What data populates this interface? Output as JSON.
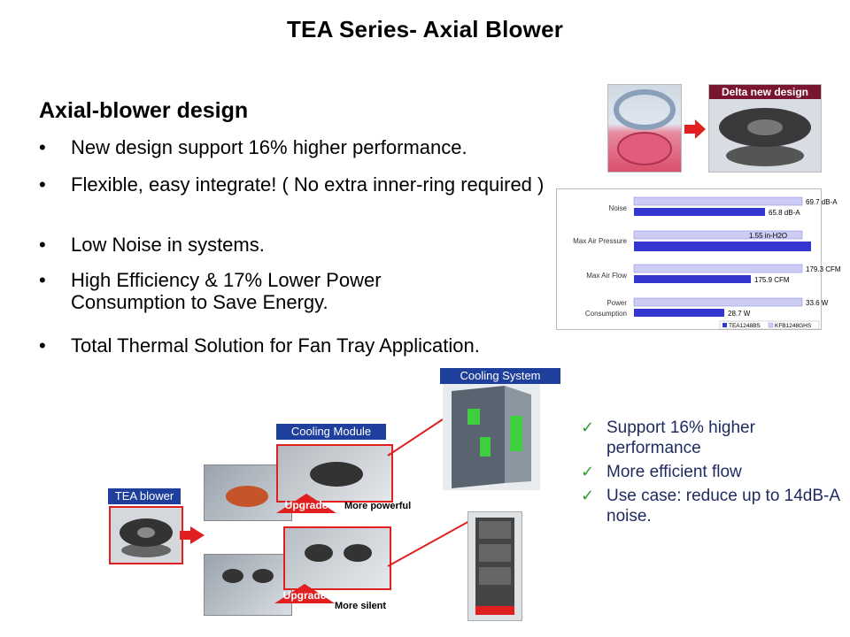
{
  "title": "TEA Series- Axial Blower",
  "section_heading": "Axial-blower design",
  "bullets": [
    "New design support 16% higher performance.",
    "Flexible, easy integrate! ( No extra inner-ring required )",
    "Low Noise in systems.",
    "High Efficiency & 17% Lower Power Consumption to Save Energy.",
    "Total Thermal Solution for Fan Tray Application."
  ],
  "bullet_symbol": "•",
  "checks": [
    "Support 16% higher performance",
    "More efficient flow",
    "Use case: reduce up to 14dB-A noise."
  ],
  "check_symbol": "✓",
  "top_image": {
    "label": "Delta new design"
  },
  "diagram": {
    "tea_blower": "TEA blower",
    "cooling_module": "Cooling Module",
    "cooling_system": "Cooling System",
    "upgrade_1": "Upgrade",
    "upgrade_2": "Upgrade",
    "more_powerful": "More powerful",
    "more_silent": "More silent"
  },
  "colors": {
    "bar_tea": "#3535cf",
    "bar_kfb": "#ccccf5",
    "label_blue": "#1f3f9c",
    "arrow_red": "#e02020",
    "check_green": "#2f9b2f",
    "check_text": "#1f2a5c"
  },
  "chart_data": {
    "type": "bar",
    "orientation": "horizontal",
    "categories": [
      "Noise",
      "Max Air Pressure",
      "Max Air Flow",
      "Power Consumption"
    ],
    "series": [
      {
        "name": "KFB1248GHS",
        "values": [
          69.7,
          1.55,
          179.3,
          33.6
        ]
      },
      {
        "name": "TEA1248BS",
        "values": [
          65.8,
          null,
          175.9,
          28.7
        ]
      }
    ],
    "data_labels": {
      "KFB1248GHS": [
        "69.7 dB-A",
        "1.55 in-H2O",
        "179.3 CFM",
        "33.6 W"
      ],
      "TEA1248BS": [
        "65.8 dB-A",
        "",
        "175.9 CFM",
        "28.7 W"
      ]
    },
    "bar_fraction": {
      "KFB1248GHS": [
        0.95,
        0.95,
        0.95,
        0.95
      ],
      "TEA1248BS": [
        0.74,
        1.0,
        0.66,
        0.51
      ]
    },
    "legend": [
      "TEA1248BS",
      "KFB1248GHS"
    ],
    "legend_position": "bottom-right",
    "grid": false
  }
}
